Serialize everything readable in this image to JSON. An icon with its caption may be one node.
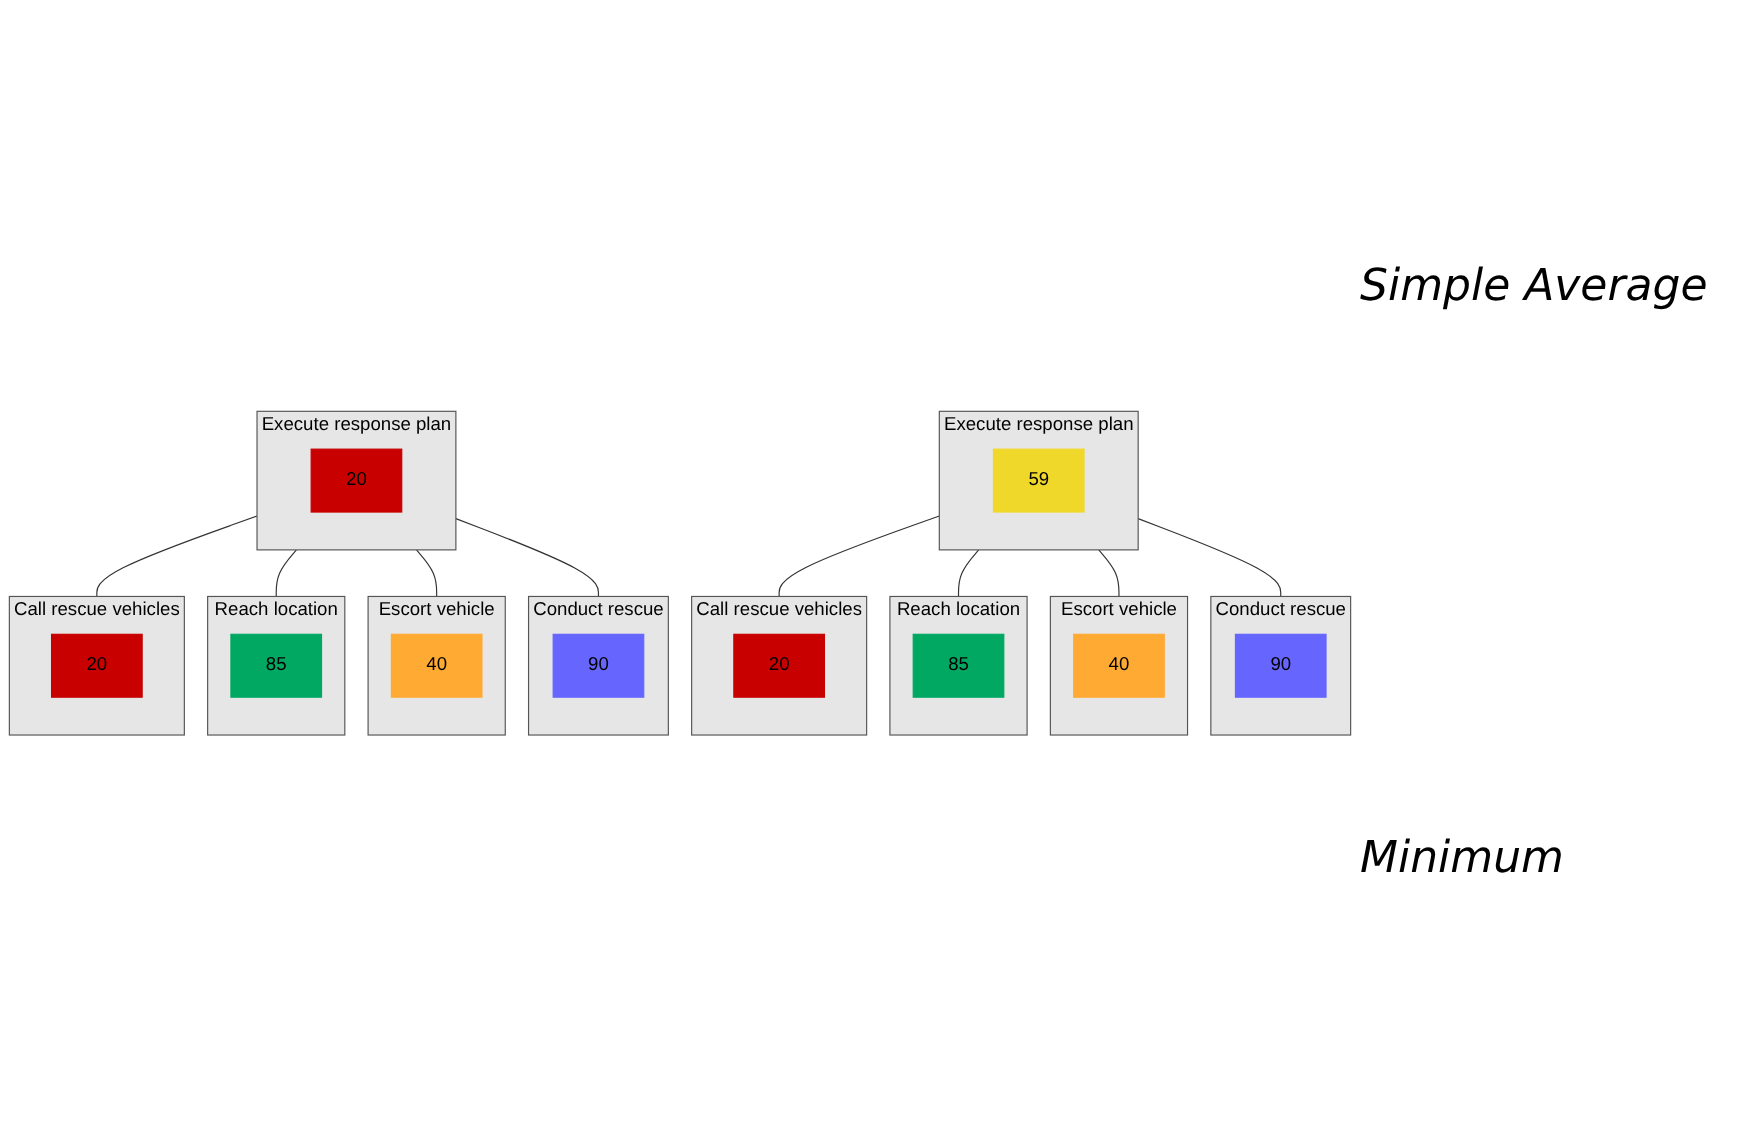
{
  "diagram": {
    "nodes": [
      {
        "text": [
          "Execute response plan"
        ]
      },
      {
        "text": [
          "59"
        ],
        "in": 0
      },
      {
        "text": [
          "Call rescue vehicles"
        ]
      },
      {
        "text": [
          "20"
        ],
        "in": 2
      },
      {
        "text": [
          "Reach location"
        ]
      },
      {
        "text": [
          "85"
        ],
        "in": 4
      },
      {
        "text": [
          "Escort vehicle"
        ]
      },
      {
        "text": [
          "40"
        ],
        "in": 6
      },
      {
        "text": [
          "Conduct rescue"
        ]
      },
      {
        "text": [
          "90"
        ],
        "in": 8
      },
      {
        "text": [
          "Execute response plan"
        ]
      },
      {
        "text": [
          "20"
        ],
        "in": 10
      },
      {
        "text": [
          "Call rescue vehicles"
        ]
      },
      {
        "text": [
          "20"
        ],
        "in": 12
      },
      {
        "text": [
          "Reach location"
        ]
      },
      {
        "text": [
          "85"
        ],
        "in": 14
      },
      {
        "text": [
          "Escort vehicle"
        ]
      },
      {
        "text": [
          "40"
        ],
        "in": 16
      },
      {
        "text": [
          "Conduct rescue"
        ]
      },
      {
        "text": [
          "90"
        ],
        "in": 18
      }
    ],
    "edges": [
      {
        "from": 0,
        "to": 2,
        "arrow": "none"
      },
      {
        "from": 0,
        "to": 4,
        "arrow": "none"
      },
      {
        "from": 0,
        "to": 6,
        "arrow": "none"
      },
      {
        "from": 0,
        "to": 8,
        "arrow": "none"
      },
      {
        "from": 10,
        "to": 12,
        "arrow": "none"
      },
      {
        "from": 10,
        "to": 14,
        "arrow": "none"
      },
      {
        "from": 10,
        "to": 16,
        "arrow": "none"
      },
      {
        "from": 10,
        "to": 18,
        "arrow": "none"
      }
    ],
    "labels": [
      "Simple Average",
      "Minimum"
    ]
  }
}
